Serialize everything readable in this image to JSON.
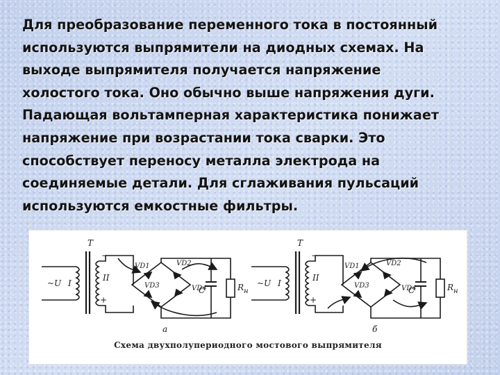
{
  "slide": {
    "paragraph_lines": [
      "Для преобразование переменного тока в постоянный",
      "используются выпрямители на диодных схемах. На",
      "выходе выпрямителя получается напряжение",
      "холостого тока. Оно обычно выше напряжения дуги.",
      "Падающая вольтамперная характеристика понижает",
      "напряжение при возрастании тока сварки. Это",
      "способствует переносу металла электрода на",
      "соединяемые детали. Для сглаживания пульсаций",
      "используются емкостные фильтры."
    ]
  },
  "figure": {
    "caption": "Схема двухполупериодного мостового выпрямителя",
    "left": {
      "source": "~U",
      "primary": "I",
      "secondary": "II",
      "transformer": "T",
      "d1": "VD1",
      "d2": "VD2",
      "d3": "VD3",
      "d4": "VD4",
      "capacitor": "C",
      "load": "R",
      "load_sub": "н",
      "plus": "+",
      "minus": "−",
      "sublabel": "а"
    },
    "right": {
      "source": "~U",
      "primary": "I",
      "secondary": "II",
      "transformer": "T",
      "d1": "VD1",
      "d2": "VD2",
      "d3": "VD3",
      "d4": "VD4",
      "capacitor": "C",
      "load": "R",
      "load_sub": "н",
      "plus": "+",
      "minus": "−",
      "sublabel": "б"
    }
  }
}
